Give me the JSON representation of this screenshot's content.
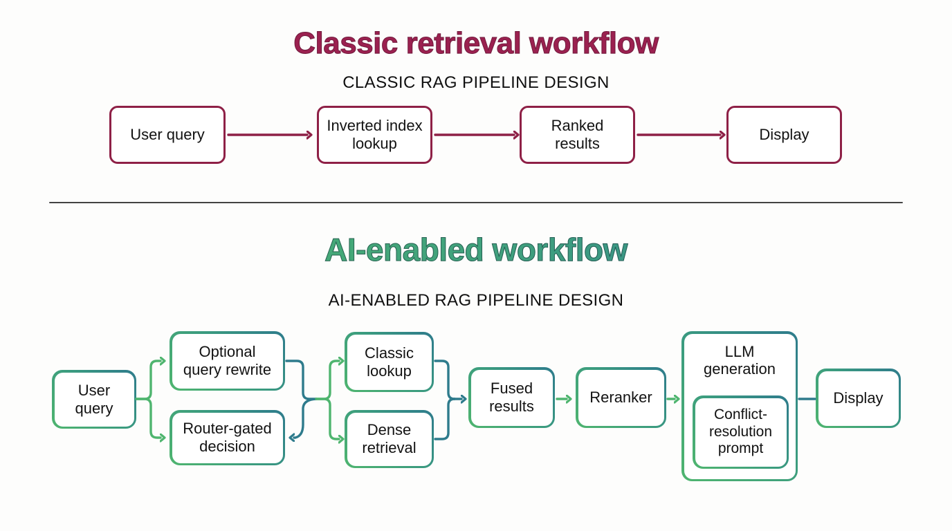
{
  "classic": {
    "title": "Classic retrieval workflow",
    "subtitle": "CLASSIC RAG PIPELINE DESIGN",
    "accent_color": "#8E2046",
    "title_color": "#9B2150",
    "nodes": [
      {
        "id": "user-query",
        "label": "User query"
      },
      {
        "id": "inverted-index-lookup",
        "label": "Inverted index\nlookup"
      },
      {
        "id": "ranked-results",
        "label": "Ranked\nresults"
      },
      {
        "id": "display",
        "label": "Display"
      }
    ],
    "edges": [
      {
        "from": "user-query",
        "to": "inverted-index-lookup",
        "arrow": true
      },
      {
        "from": "inverted-index-lookup",
        "to": "ranked-results",
        "arrow": true
      },
      {
        "from": "ranked-results",
        "to": "display",
        "arrow": true
      }
    ]
  },
  "ai": {
    "title": "AI-enabled workflow",
    "subtitle": "AI-ENABLED RAG PIPELINE DESIGN",
    "accent_green": "#4FB56F",
    "accent_teal": "#2E7B8C",
    "nodes": [
      {
        "id": "user-query",
        "label": "User\nquery"
      },
      {
        "id": "optional-query-rewrite",
        "label": "Optional\nquery rewrite"
      },
      {
        "id": "router-gated-decision",
        "label": "Router-gated\ndecision"
      },
      {
        "id": "classic-lookup",
        "label": "Classic\nlookup"
      },
      {
        "id": "dense-retrieval",
        "label": "Dense\nretrieval"
      },
      {
        "id": "fused-results",
        "label": "Fused\nresults"
      },
      {
        "id": "reranker",
        "label": "Reranker"
      },
      {
        "id": "llm-generation",
        "label": "LLM\ngeneration"
      },
      {
        "id": "conflict-resolution-prompt",
        "label": "Conflict-\nresolution\nprompt",
        "nested_in": "llm-generation"
      },
      {
        "id": "display",
        "label": "Display"
      }
    ],
    "edges": [
      {
        "from": "user-query",
        "to": "optional-query-rewrite",
        "arrow": true
      },
      {
        "from": "user-query",
        "to": "router-gated-decision",
        "arrow": true
      },
      {
        "from": "optional-query-rewrite",
        "to": "router-gated-decision",
        "arrow": true
      },
      {
        "from": "optional-query-rewrite",
        "to": "classic-lookup",
        "arrow": true
      },
      {
        "from": "optional-query-rewrite",
        "to": "dense-retrieval",
        "arrow": true
      },
      {
        "from": "classic-lookup",
        "to": "fused-results",
        "arrow": true
      },
      {
        "from": "dense-retrieval",
        "to": "fused-results",
        "arrow": true
      },
      {
        "from": "fused-results",
        "to": "reranker",
        "arrow": true
      },
      {
        "from": "reranker",
        "to": "llm-generation",
        "arrow": true
      },
      {
        "from": "llm-generation",
        "to": "display",
        "arrow": false
      }
    ]
  }
}
